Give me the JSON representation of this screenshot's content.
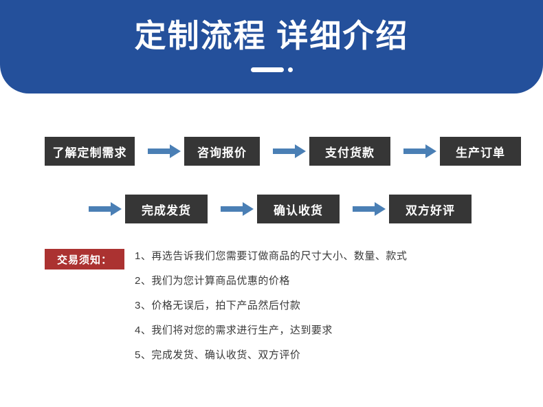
{
  "banner": {
    "title": "定制流程 详细介绍",
    "background_color": "#24509b",
    "title_color": "#ffffff"
  },
  "colors": {
    "banner_blue": "#24509b",
    "arrow_blue": "#4a7fb5",
    "step_box_dark": "#363636",
    "badge_red": "#ab3231",
    "page_background": "#ffffff",
    "body_text": "#3a3a3a"
  },
  "flow": {
    "row1": [
      {
        "type": "step",
        "label": "了解定制需求"
      },
      {
        "type": "arrow",
        "label": "arrow-right-icon"
      },
      {
        "type": "step",
        "label": "咨询报价"
      },
      {
        "type": "arrow",
        "label": "arrow-right-icon"
      },
      {
        "type": "step",
        "label": "支付货款"
      },
      {
        "type": "arrow",
        "label": "arrow-right-icon"
      },
      {
        "type": "step",
        "label": "生产订单"
      }
    ],
    "row2": [
      {
        "type": "arrow",
        "label": "arrow-right-icon"
      },
      {
        "type": "step",
        "label": "完成发货"
      },
      {
        "type": "arrow",
        "label": "arrow-right-icon"
      },
      {
        "type": "step",
        "label": "确认收货"
      },
      {
        "type": "arrow",
        "label": "arrow-right-icon"
      },
      {
        "type": "step",
        "label": "双方好评"
      }
    ]
  },
  "notice": {
    "badge_label": "交易须知：",
    "items": [
      "1、再选告诉我们您需要订做商品的尺寸大小、数量、款式",
      "2、我们为您计算商品优惠的价格",
      "3、价格无误后，拍下产品然后付款",
      "4、我们将对您的需求进行生产，达到要求",
      "5、完成发货、确认收货、双方评价"
    ]
  }
}
